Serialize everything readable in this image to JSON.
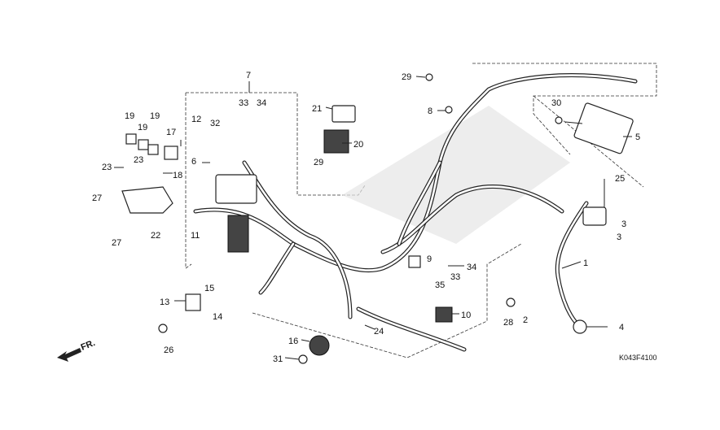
{
  "diagram": {
    "title": "Wire harness parts diagram",
    "code": "K043F4100",
    "direction_label": "FR.",
    "labels": [
      "7",
      "33",
      "34",
      "12",
      "32",
      "19",
      "19",
      "19",
      "17",
      "6",
      "23",
      "23",
      "18",
      "27",
      "27",
      "22",
      "11",
      "21",
      "20",
      "29",
      "29",
      "8",
      "30",
      "5",
      "25",
      "3",
      "3",
      "1",
      "9",
      "34",
      "33",
      "35",
      "10",
      "2",
      "28",
      "4",
      "24",
      "16",
      "31",
      "13",
      "15",
      "14",
      "26"
    ]
  }
}
